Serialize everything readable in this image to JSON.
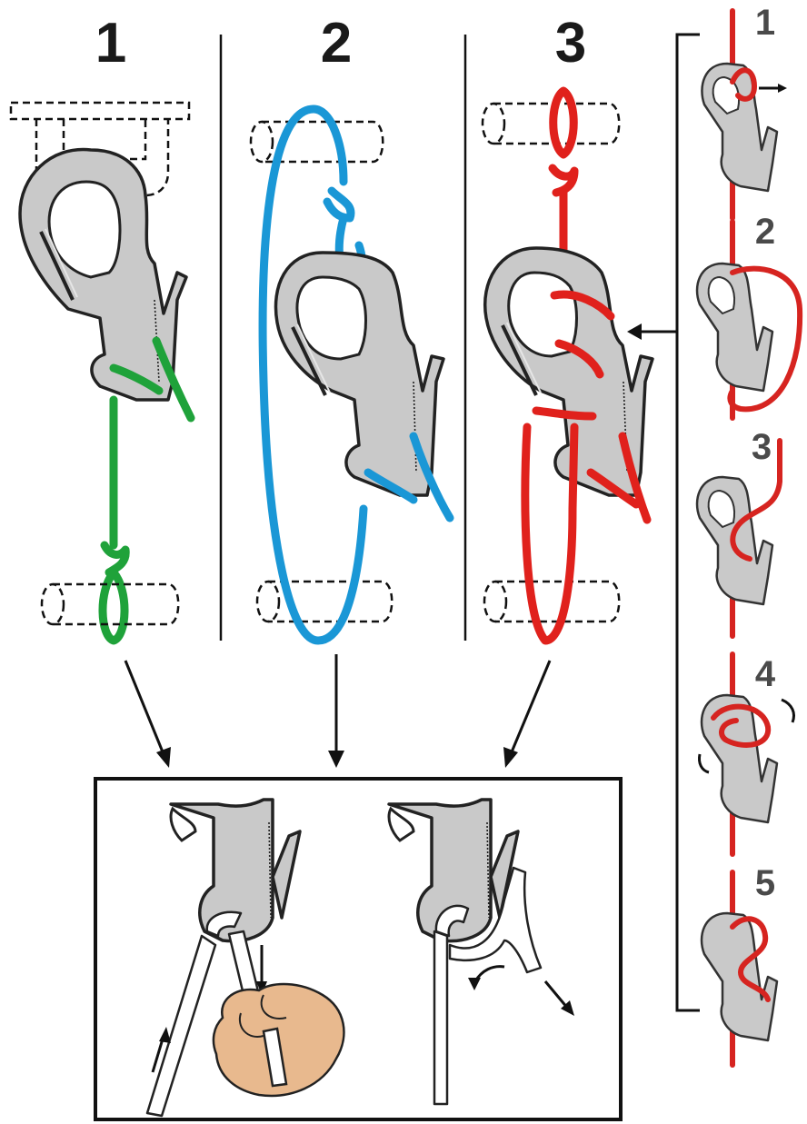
{
  "steps": [
    {
      "label": "1",
      "rope_color": "#1fa23a"
    },
    {
      "label": "2",
      "rope_color": "#1a97d6"
    },
    {
      "label": "3",
      "rope_color": "#e0211c"
    }
  ],
  "substeps": [
    "1",
    "2",
    "3",
    "4",
    "5"
  ],
  "colors": {
    "hook_fill": "#c9c9c9",
    "outline": "#222222",
    "skin": "#e8b98e",
    "sub_rope": "#d62420"
  },
  "icons": [
    "carabiner-hook-icon",
    "rope-icon",
    "hand-icon",
    "arrow-icon"
  ]
}
